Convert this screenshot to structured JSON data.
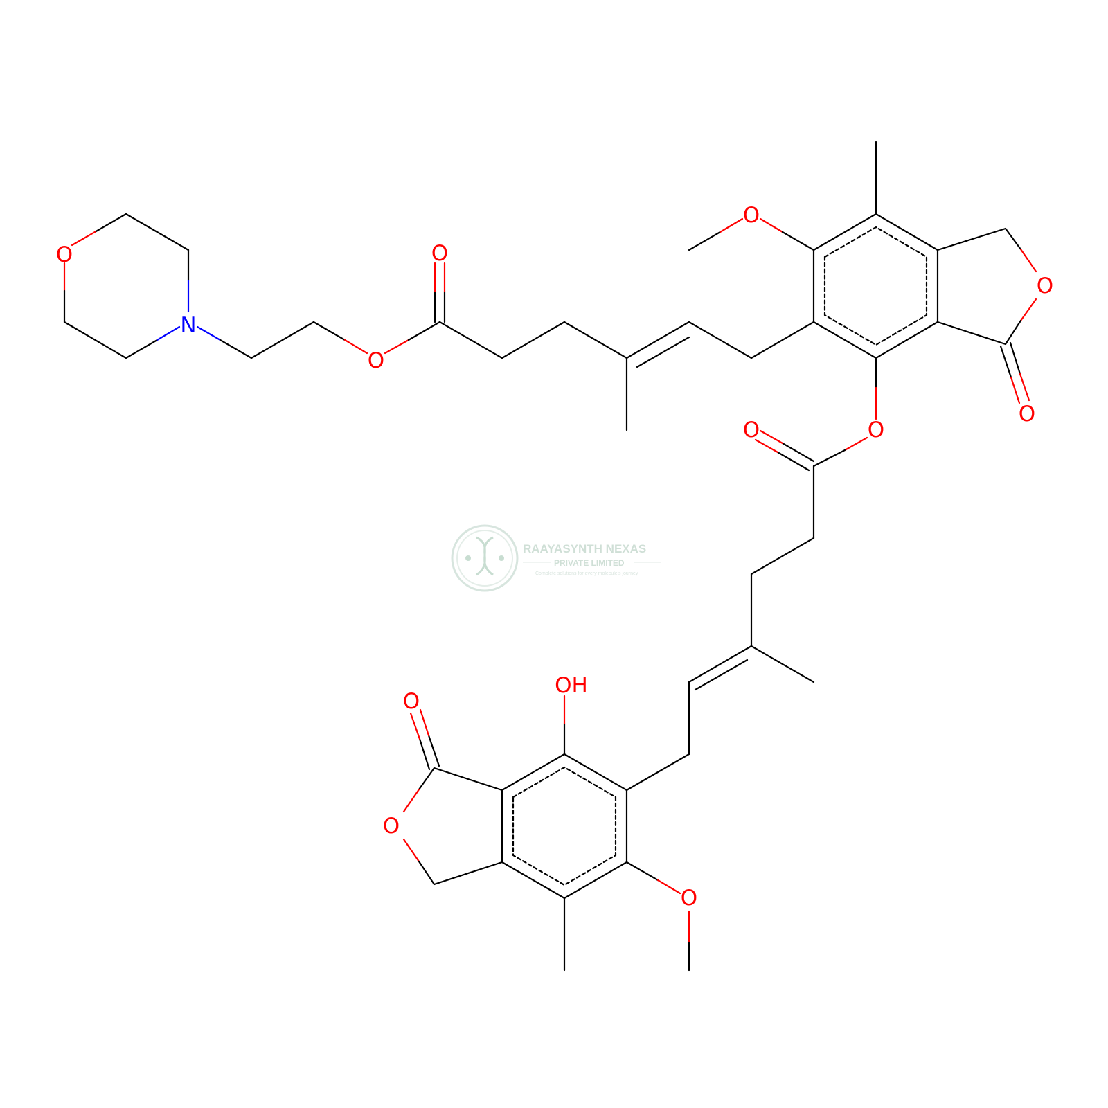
{
  "molecule": {
    "atom_labels": {
      "morpholine_o": "O",
      "morpholine_n": "N",
      "ester1_o": "O",
      "ester1_carbonyl_o": "O",
      "methoxy1_o": "O",
      "lactone1_ring_o": "O",
      "lactone1_carbonyl_o": "O",
      "phenol_ester_o": "O",
      "ester2_carbonyl_o": "O",
      "hydroxyl_label": "OH",
      "lactone2_carbonyl_o": "O",
      "lactone2_ring_o": "O",
      "methoxy2_o": "O"
    },
    "colors": {
      "bond": "#000000",
      "oxygen": "#ff0000",
      "nitrogen": "#0000ff"
    }
  },
  "watermark": {
    "company_line1": "RAAYASYNTH NEXAS",
    "company_line2": "PRIVATE LIMITED",
    "tagline": "Complete solutions for every molecule's journey",
    "color": "#8fb3a0"
  }
}
